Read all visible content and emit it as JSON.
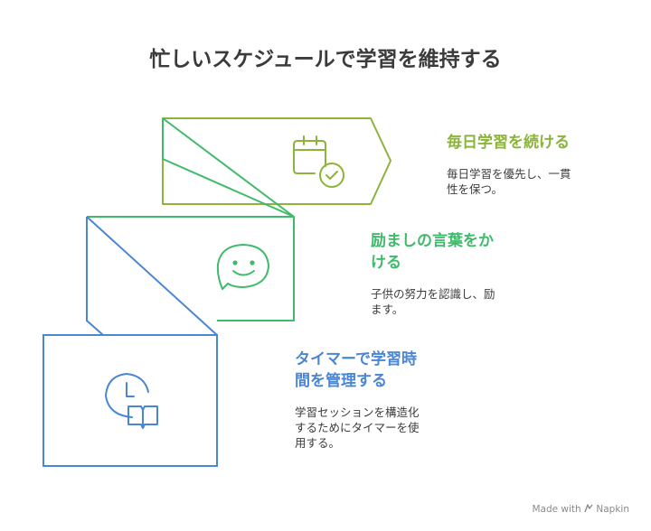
{
  "title": "忙しいスケジュールで学習を維持する",
  "steps": [
    {
      "title_lines": [
        "毎日学習を続ける"
      ],
      "desc_lines": [
        "毎日学習を優先し、一貫",
        "性を保つ。"
      ],
      "color": "#8cb33a",
      "icon": "calendar-check-icon"
    },
    {
      "title_lines": [
        "励ましの言葉をか",
        "ける"
      ],
      "desc_lines": [
        "子供の努力を認識し、励",
        "ます。"
      ],
      "color": "#3fba6b",
      "icon": "smile-speech-bubble-icon"
    },
    {
      "title_lines": [
        "タイマーで学習時",
        "間を管理する"
      ],
      "desc_lines": [
        "学習セッションを構造化",
        "するためにタイマーを使",
        "用する。"
      ],
      "color": "#4a86d6",
      "icon": "clock-book-icon"
    }
  ],
  "brand": {
    "made_with": "Made with",
    "name": "Napkin"
  }
}
